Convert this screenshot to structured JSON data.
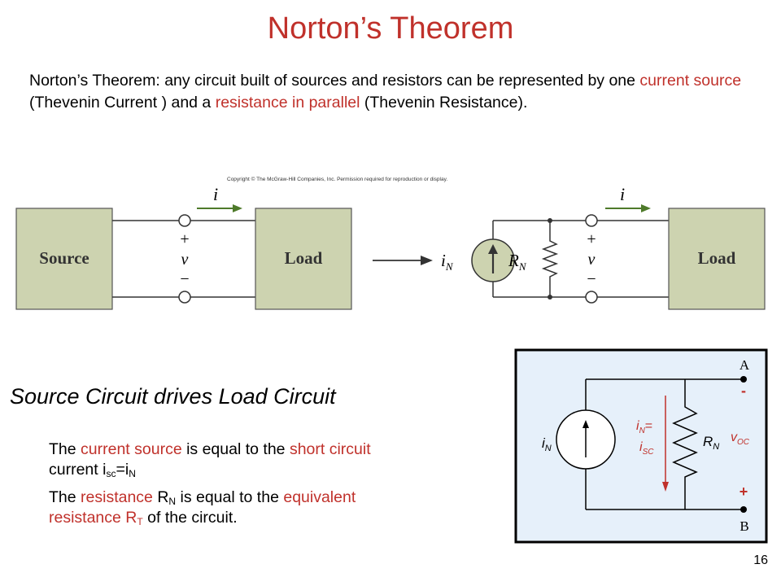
{
  "title": "Norton’s Theorem",
  "intro": {
    "p1": "Norton’s Theorem: any circuit built of sources and resistors can be represented by one ",
    "h1": "current source",
    "p2": " (Thevenin Current ) and a ",
    "h2": "resistance in parallel",
    "p3": " (Thevenin Resistance)."
  },
  "figure1": {
    "copyright": "Copyright © The McGraw-Hill Companies, Inc. Permission required for reproduction or display.",
    "source_label": "Source",
    "load_label": "Load",
    "current_label": "i",
    "plus": "+",
    "minus": "−",
    "voltage_label": "v",
    "norton_current": "i",
    "norton_current_sub": "N",
    "norton_resistor": "R",
    "norton_resistor_sub": "N"
  },
  "subhead": "Source Circuit drives Load Circuit",
  "bullets": {
    "b1_a": "The ",
    "b1_h1": "current source",
    "b1_b": " is equal to the ",
    "b1_h2": "short circuit",
    "b1_c": " current i",
    "b1_sub1": "sc",
    "b1_d": "=i",
    "b1_sub2": "N",
    "b2_a": "The ",
    "b2_h1": "resistance",
    "b2_b": " R",
    "b2_sub1": "N",
    "b2_c": " is equal to the ",
    "b2_h2": "equivalent",
    "b2_d": "resistance R",
    "b2_sub2": "T",
    "b2_e": " of the circuit."
  },
  "figure2": {
    "terminal_a": "A",
    "terminal_b": "B",
    "minus": "-",
    "plus": "+",
    "source_label": "i",
    "source_sub": "N",
    "current_label_1": "i",
    "current_sub_1": "N",
    "current_eq": "=",
    "current_label_2": "i",
    "current_sub_2": "SC",
    "resistor_label": "R",
    "resistor_sub": "N",
    "voltage_label": "v",
    "voltage_sub": "OC"
  },
  "page_number": "16",
  "colors": {
    "accent": "#c0312b",
    "box_fill": "#cdd3b0",
    "panel_fill": "#e6f0fa"
  }
}
